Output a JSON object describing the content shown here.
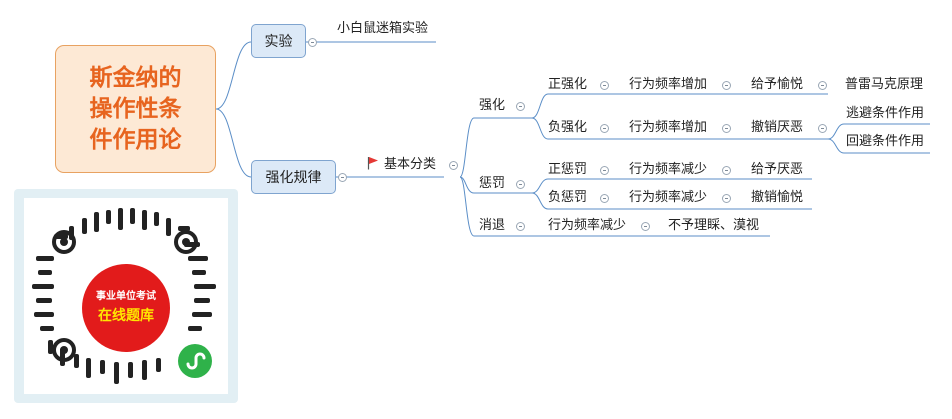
{
  "root": {
    "line1": "斯金纳的",
    "line2": "操作性条",
    "line3": "件作用论"
  },
  "branch_experiment": {
    "label": "实验",
    "child": "小白鼠迷箱实验"
  },
  "branch_rules": {
    "label": "强化规律",
    "basic": "基本分类",
    "reinforcement": {
      "label": "强化",
      "positive": {
        "label": "正强化",
        "effect": "行为频率增加",
        "method": "给予愉悦",
        "principle": "普雷马克原理"
      },
      "negative": {
        "label": "负强化",
        "effect": "行为频率增加",
        "method": "撤销厌恶",
        "sub1": "逃避条件作用",
        "sub2": "回避条件作用"
      }
    },
    "punishment": {
      "label": "惩罚",
      "positive": {
        "label": "正惩罚",
        "effect": "行为频率减少",
        "method": "给予厌恶"
      },
      "negative": {
        "label": "负惩罚",
        "effect": "行为频率减少",
        "method": "撤销愉悦"
      }
    },
    "extinction": {
      "label": "消退",
      "effect": "行为频率减少",
      "method": "不予理睬、漠视"
    }
  },
  "qr": {
    "line1": "事业单位考试",
    "line2": "在线题库"
  },
  "colors": {
    "root_fill": "#fde9d5",
    "root_border": "#e8a261",
    "root_text": "#e7641f",
    "box_fill": "#dce9f7",
    "box_border": "#7fa4cf",
    "line": "#5b8ec7",
    "flag": "#e53935",
    "qr_red": "#e21b1b"
  }
}
